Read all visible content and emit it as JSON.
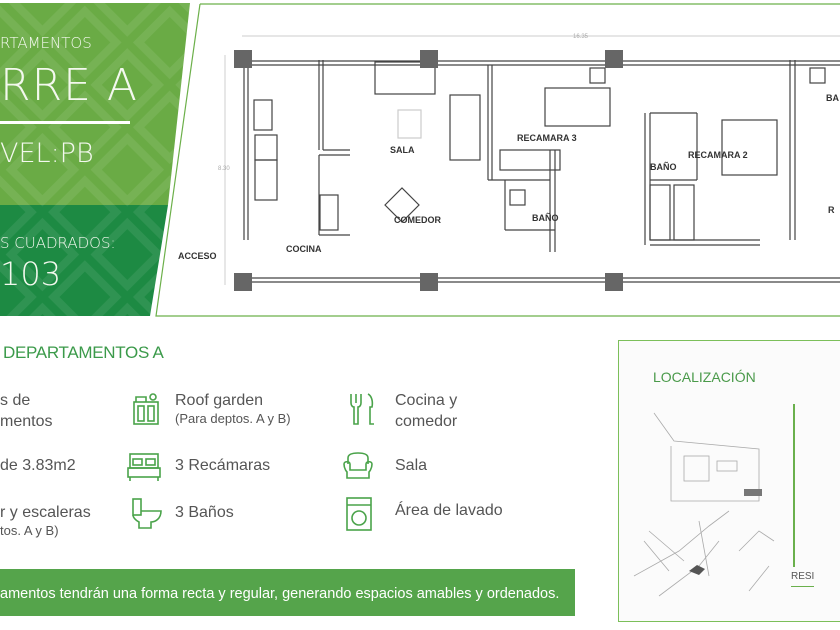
{
  "hero": {
    "subtitle": "RTAMENTOS",
    "tower": "RRE A",
    "level": "VEL:PB",
    "area_label": "S CUADRADOS:",
    "area_value": "103"
  },
  "plan": {
    "dim_width": "16.35",
    "dim_height": "8.30",
    "rooms": {
      "acceso": "ACCESO",
      "cocina": "COCINA",
      "sala": "SALA",
      "comedor": "COMEDOR",
      "recamara3": "RECAMARA 3",
      "bano1": "BAÑO",
      "bano2": "BAÑO",
      "recamara2": "RECAMARA 2",
      "bano3": "BA",
      "recamara1": "R"
    }
  },
  "features": {
    "title": "DEPARTAMENTOS A",
    "items": [
      {
        "text": "s de",
        "text2": "mentos",
        "icon": "building-icon"
      },
      {
        "text": "de 3.83m2",
        "icon": "area-icon"
      },
      {
        "text": "r y escaleras",
        "note": "tos. A y B)",
        "icon": "stairs-icon"
      },
      {
        "text": "Roof garden",
        "note": "(Para deptos. A y B)",
        "icon": "roof-garden-icon"
      },
      {
        "text": "3 Recámaras",
        "icon": "bed-icon"
      },
      {
        "text": "3 Baños",
        "icon": "toilet-icon"
      },
      {
        "text": "Cocina y",
        "text2": "comedor",
        "icon": "cutlery-icon"
      },
      {
        "text": "Sala",
        "icon": "armchair-icon"
      },
      {
        "text": "Área de lavado",
        "icon": "washing-machine-icon"
      }
    ]
  },
  "banner": {
    "text": "amentos tendrán una forma recta y regular, generando espacios amables y ordenados."
  },
  "location": {
    "title": "LOCALIZACIÓN",
    "resi": "RESI"
  },
  "colors": {
    "light_green": "#6aab45",
    "dark_green": "#1d8a43",
    "accent": "#55a44b"
  }
}
